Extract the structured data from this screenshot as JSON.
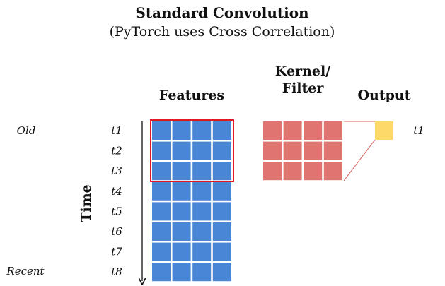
{
  "title": "Standard Convolution",
  "subtitle": "(PyTorch uses Cross Correlation)",
  "headers": {
    "features": "Features",
    "kernel_line1": "Kernel/",
    "kernel_line2": "Filter",
    "output": "Output"
  },
  "axis": {
    "time_label": "Time"
  },
  "side_labels": {
    "old": "Old",
    "recent": "Recent"
  },
  "time_steps": [
    "t1",
    "t2",
    "t3",
    "t4",
    "t5",
    "t6",
    "t7",
    "t8"
  ],
  "output_label": "t1",
  "grid": {
    "feature_rows": 8,
    "feature_cols": 4,
    "kernel_rows": 3,
    "kernel_cols": 4,
    "output_cells": 1
  },
  "colors": {
    "feature_cell": "#4a86d6",
    "kernel_cell": "#e07470",
    "output_cell": "#fcd968",
    "highlight_border": "#e0191e",
    "connector": "#d9615c"
  }
}
